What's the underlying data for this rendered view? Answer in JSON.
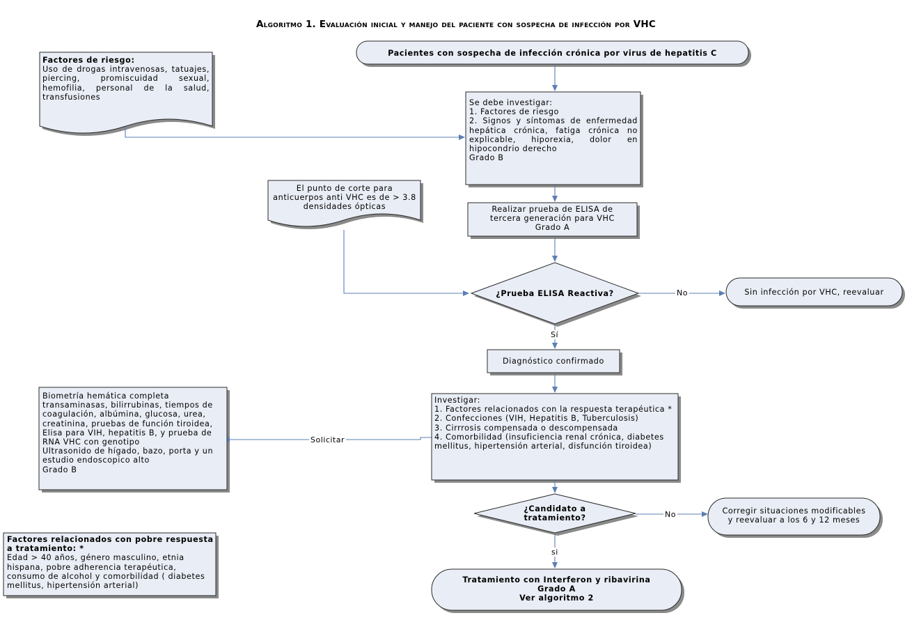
{
  "title": "Algoritmo 1. Evaluación inicial y manejo del paciente con sospecha de infección por VHC",
  "nodes": {
    "start": "Pacientes con sospecha de infección crónica por virus de hepatitis C",
    "risk_factors": {
      "heading": "Factores de riesgo:",
      "text": "Uso de drogas intravenosas, tatuajes, piercing, promiscuidad sexual, hemofilia, personal de la salud, transfusiones"
    },
    "investigate": {
      "lines": [
        "Se debe investigar:",
        "1. Factores de riesgo",
        "2. Signos y síntomas de enfermedad hepática crónica, fatiga crónica no explicable, hiporexia, dolor en hipocondrio derecho",
        "Grado B"
      ]
    },
    "cutoff_note": "El punto de corte para anticuerpos anti VHC es de > 3.8 densidades ópticas",
    "elisa_test": {
      "lines": [
        "Realizar prueba de ELISA de",
        "tercera generación para VHC",
        "Grado A"
      ]
    },
    "decision_elisa": "¿Prueba ELISA Reactiva?",
    "no_infection": "Sin infección por VHC, reevaluar",
    "confirmed": "Diagnóstico confirmado",
    "investigate2": {
      "lines": [
        "Investigar:",
        "1. Factores relacionados con la respuesta terapéutica *",
        "2. Confecciones (VIH, Hepatitis B, Tuberculosis)",
        "3. Cirrrosis compensada o descompensada",
        "4. Comorbilidad (insuficiencia renal crónica, diabetes mellitus, hipertensión arterial, disfunción tiroidea)"
      ]
    },
    "labs": {
      "lines": [
        "Biometría hemática completa",
        "transaminasas, bilirrubinas, tiempos de coagulación, albúmina, glucosa, urea, creatinina, pruebas de función tiroidea, Elisa para VIH, hepatitis B, y prueba de RNA VHC con genotipo",
        "Ultrasonido de hígado, bazo, porta y un estudio endoscopico alto",
        "Grado B"
      ]
    },
    "decision_candidate": {
      "lines": [
        "¿Candidato a",
        "tratamiento?"
      ]
    },
    "correct": {
      "lines": [
        "Corregir situaciones modificables",
        "y reevaluar a los 6 y 12 meses"
      ]
    },
    "treatment": {
      "lines": [
        "Tratamiento con Interferon y ribavirina",
        "Grado A",
        "Ver algoritmo 2"
      ]
    },
    "poor_response": {
      "heading": "Factores relacionados con pobre respuesta a tratamiento: *",
      "text": "Edad > 40 años, género masculino, etnia hispana, pobre adherencia terapéutica, consumo de alcohol y comorbilidad ( diabetes mellitus, hipertensión arterial)"
    }
  },
  "edge_labels": {
    "no1": "No",
    "si1": "Sí",
    "solicitar": "Solicitar",
    "no2": "No",
    "si2": "si"
  },
  "colors": {
    "shape_fill": "#e9edf5",
    "connector": "#5b7fb3"
  }
}
